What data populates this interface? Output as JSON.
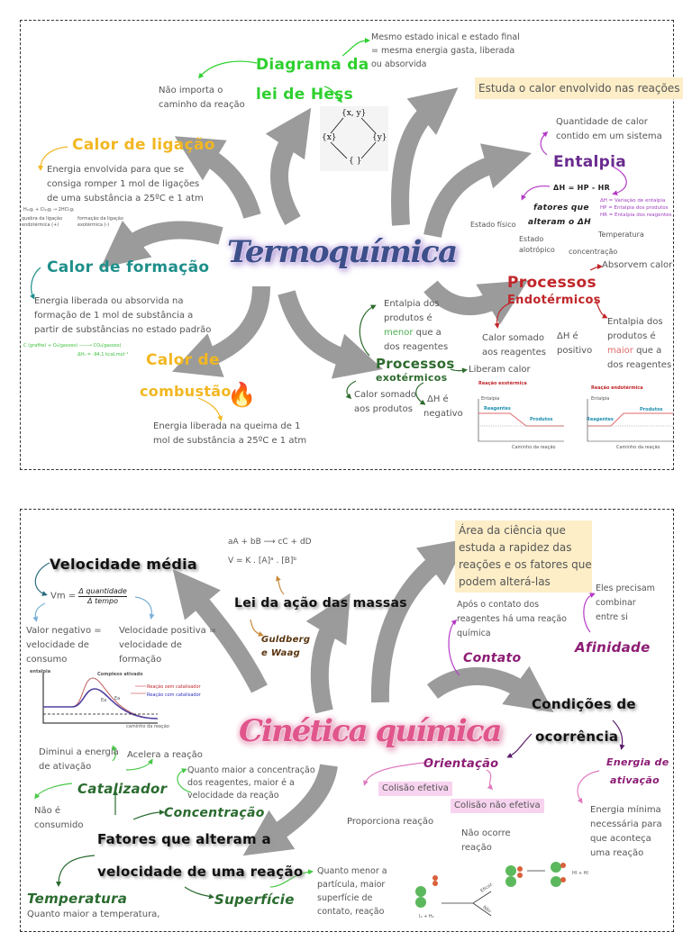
{
  "colors": {
    "arrow": "#9b9b9b",
    "hess": "#2ed02e",
    "ligacao": "#f2b722",
    "formacao": "#1f8f8a",
    "combustao": "#f2b722",
    "entalpia": "#6a2b8f",
    "endo": "#c0262a",
    "exo": "#2e6b2e",
    "cinetica": "#e0568c",
    "contato": "#8c1c74",
    "fatores": "#2a6b2f"
  },
  "panel1": {
    "title": "Termoquímica",
    "definition": "Estuda o calor envolvido nas reações",
    "hess": {
      "title_line1": "Diagrama da",
      "title_line2": "lei de Hess",
      "note_left_1": "Não importa o",
      "note_left_2": "caminho da reação",
      "note_right_1": "Mesmo estado inical e estado final",
      "note_right_2": "= mesma energia gasta, liberada",
      "note_right_3": "ou absorvida",
      "diagram": {
        "top": "{x, y}",
        "left": "{x}",
        "right": "{y}",
        "bottom": "{ }"
      }
    },
    "ligacao": {
      "title": "Calor de ligação",
      "desc_1": "Energia envolvida para que se",
      "desc_2": "consiga romper 1 mol de ligações",
      "desc_3": "de uma substância a 25ºC e 1 atm",
      "eq": "H₂₍g₎  +  Cl₂₍g₎  →  2HCl₍g₎",
      "eq_note_left": "quebra da ligação endotérmica (+)",
      "eq_note_right": "formação da ligação exotérmica (-)"
    },
    "formacao": {
      "title": "Calor de formação",
      "desc_1": "Energia liberada ou absorvida na",
      "desc_2": "formação de 1 mol de substância a",
      "desc_3": "partir de substâncias no estado padrão",
      "eq": "C (grafite)  +  O₂(gasoso)  ——→  CO₂(gasoso)",
      "eq_dh": "ΔH₁ = -94,1 kcal.mol⁻¹"
    },
    "combustao": {
      "title_line1": "Calor de",
      "title_line2": "combustão",
      "desc_1": "Energia liberada na queima de 1",
      "desc_2": "mol de substância a 25ºC e 1 atm",
      "icon": "fire-icon"
    },
    "entalpia": {
      "title": "Entalpia",
      "desc_1": "Quantidade de calor",
      "desc_2": "contido em um sistema",
      "formula": "ΔH = HP - HR",
      "legend_1": "ΔH = Variação de entalpia",
      "legend_2": "HP = Entalpia dos produtos",
      "legend_3": "HR = Entalpia dos reagentes",
      "fatores_1": "fatores que",
      "fatores_2": "alteram o ΔH",
      "f_estado": "Estado físico",
      "f_alotropico_1": "Estado",
      "f_alotropico_2": "alotrópico",
      "f_concentracao": "concentração",
      "f_temperatura": "Temperatura"
    },
    "endo": {
      "title_1": "Processos",
      "title_2": "Endotérmicos",
      "absorvem": "Absorvem calor",
      "calor_1": "Calor somado",
      "calor_2": "aos reagentes",
      "dh_1": "ΔH é",
      "dh_2": "positivo",
      "ent_1": "Entalpia dos",
      "ent_2": "produtos é",
      "ent_3_em": "maior",
      "ent_3_rest": " que a",
      "ent_4": "dos reagentes",
      "chart": {
        "title": "Reação endotérmica",
        "ylabel": "Entalpia",
        "xlabel": "Caminho da reação",
        "start": "Reagentes",
        "end": "Produtos"
      }
    },
    "exo": {
      "title_1": "Processos",
      "title_2": "exotérmicos",
      "liberam": "Liberam calor",
      "calor_1": "Calor somado",
      "calor_2": "aos produtos",
      "dh_1": "ΔH é",
      "dh_2": "negativo",
      "ent_1": "Entalpia dos",
      "ent_2": "produtos é",
      "ent_3_em": "menor",
      "ent_3_rest": " que a",
      "ent_4": "dos reagentes",
      "chart": {
        "title": "Reação exotérmica",
        "ylabel": "Entalpia",
        "xlabel": "Caminho da reação",
        "start": "Reagentes",
        "end": "Produtos"
      }
    }
  },
  "panel2": {
    "title": "Cinética química",
    "definition_1": "Área da ciência que",
    "definition_2": "estuda a rapidez das",
    "definition_3": "reações e os fatores que",
    "definition_4": "podem alterá-las",
    "velocidade": {
      "title": "Velocidade média",
      "formula_lhs": "Vm =",
      "formula_num": "Δ quantidade",
      "formula_den": "Δ tempo",
      "neg_1": "Valor negativo =",
      "neg_2": "velocidade de",
      "neg_3": "consumo",
      "pos_1": "Velocidade positiva =",
      "pos_2": "velocidade de",
      "pos_3": "formação",
      "chart": {
        "ylabel": "entalpia",
        "xlabel": "caminho da reação",
        "peak": "Complexo ativado",
        "sem": "Reação sem catalisador",
        "com": "Reação com catalisador",
        "ea1": "Ea",
        "ea2": "Ea"
      }
    },
    "massas": {
      "title": "Lei da ação das massas",
      "eq": "aA + bB ⟶ cC + dD",
      "law": "V = K . [A]ᵃ . [B]ᵇ",
      "authors_1": "Guldberg",
      "authors_2": "e Waag"
    },
    "condicoes": {
      "title_1": "Condições de",
      "title_2": "ocorrência",
      "contato": "Contato",
      "contato_desc_1": "Após o contato dos",
      "contato_desc_2": "reagentes há uma reação",
      "contato_desc_3": "química",
      "afinidade": "Afinidade",
      "afinidade_desc_1": "Eles precisam",
      "afinidade_desc_2": "combinar",
      "afinidade_desc_3": "entre si",
      "orientacao": "Orientação",
      "efetiva": "Colisão efetiva",
      "efetiva_desc": "Proporciona reação",
      "nao_efetiva": "Colisão não efetiva",
      "nao_efetiva_desc_1": "Não ocorre",
      "nao_efetiva_desc_2": "reação",
      "energia_1": "Energia de",
      "energia_2": "ativação",
      "energia_desc_1": "Energia mínima",
      "energia_desc_2": "necessária para",
      "energia_desc_3": "que aconteça",
      "energia_desc_4": "uma reação",
      "collision": {
        "reactants": "I₂ + H₂",
        "products": "HI + HI",
        "eficaz": "Eficaz",
        "nao": "Não"
      }
    },
    "fatores": {
      "title_1": "Fatores que alteram a",
      "title_2": "velocidade de uma reação",
      "catalizador": "Catalizador",
      "cat_1_a": "Diminui a energia",
      "cat_1_b": "de ativação",
      "cat_2": "Acelera a reação",
      "cat_3_a": "Não é",
      "cat_3_b": "consumido",
      "concentracao": "Concentração",
      "conc_1": "Quanto maior a concentração",
      "conc_2": "dos reagentes, maior é a",
      "conc_3": "velocidade da reação",
      "temperatura": "Temperatura",
      "temp_1": "Quanto maior a temperatura,",
      "superficie": "Superfície",
      "sup_1": "Quanto menor a",
      "sup_2": "partícula, maior",
      "sup_3": "superfície de",
      "sup_4": "contato, reação"
    }
  }
}
